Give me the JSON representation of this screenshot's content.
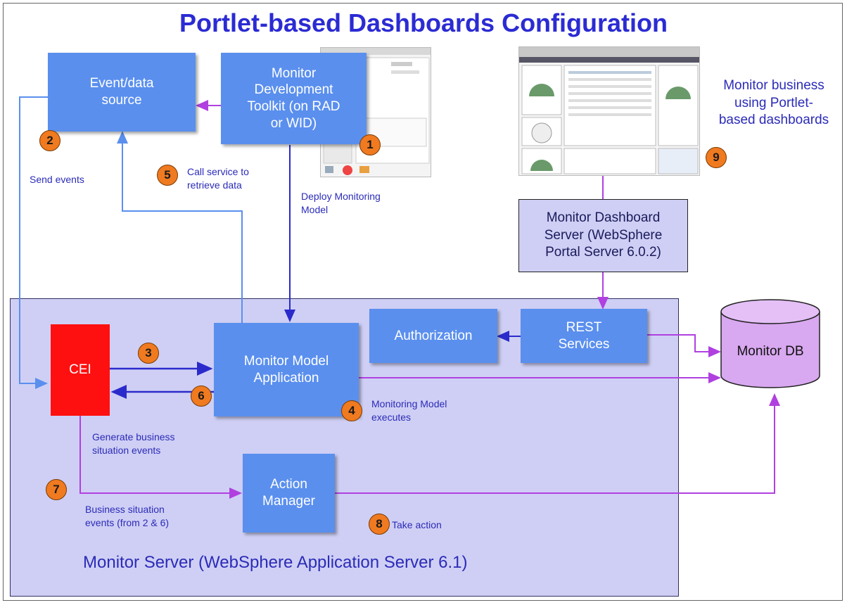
{
  "title": "Portlet-based Dashboards Configuration",
  "boxes": {
    "event_source": "Event/data\nsource",
    "toolkit": "Monitor\nDevelopment\nToolkit (on RAD\nor WID)",
    "monitor_model_app": "Monitor Model\nApplication",
    "authorization": "Authorization",
    "rest": "REST\nServices",
    "action_manager": "Action\nManager",
    "cei": "CEI",
    "dashboard_server": "Monitor Dashboard\nServer (WebSphere\nPortal Server 6.0.2)",
    "monitor_db": "Monitor DB"
  },
  "server_label": "Monitor Server (WebSphere Application Server 6.1)",
  "note_monitor_business": "Monitor business\nusing Portlet-\nbased dashboards",
  "steps": {
    "s1": "1",
    "s2": "2",
    "s3": "3",
    "s4": "4",
    "s5": "5",
    "s6": "6",
    "s7": "7",
    "s8": "8",
    "s9": "9"
  },
  "labels": {
    "send_events": "Send events",
    "call_service": "Call service to\nretrieve data",
    "deploy_model": "Deploy Monitoring\nModel",
    "model_executes": "Monitoring Model\nexecutes",
    "generate_events": "Generate business\nsituation events",
    "business_events": "Business situation\nevents (from 2 & 6)",
    "take_action": "Take action"
  },
  "colors": {
    "title": "#2b2bd4",
    "box": "#5a8fee",
    "cei": "#ff1010",
    "server_bg": "#cfcff5",
    "step_badge": "#f07a20",
    "wire_blue": "#2b2bcc",
    "wire_purple": "#b040e0",
    "wire_light": "#5a8fee",
    "db": "#d8a8f0"
  }
}
